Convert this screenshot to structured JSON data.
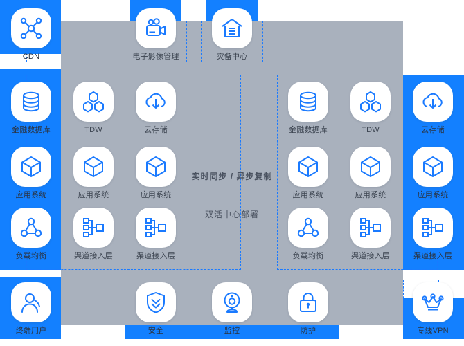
{
  "meta": {
    "title": "双活数据中心架构图",
    "accent_blue": "#1380ff",
    "icon_blue": "#1a7aff",
    "panel_grey": "#a9b1bd",
    "tile_white": "#ffffff",
    "caption_color": "#3c4450"
  },
  "center": {
    "line1": "实时同步 / 异步复制",
    "line2": "双活中心部署"
  },
  "top_row": [
    {
      "label": "CDN",
      "icon": "cdn-network-icon",
      "highlight": true
    },
    {
      "label": "电子影像管理",
      "icon": "video-camera-icon",
      "highlight": true
    },
    {
      "label": "灾备中心",
      "icon": "warehouse-building-icon",
      "highlight": true
    }
  ],
  "left_site": {
    "rows": [
      {
        "row_name": "data-layer",
        "items": [
          {
            "label": "金融数据库",
            "icon": "database-icon",
            "highlight": true
          },
          {
            "label": "TDW",
            "icon": "hexagon-cluster-icon",
            "highlight": false
          },
          {
            "label": "云存储",
            "icon": "cloud-download-icon",
            "highlight": false
          }
        ]
      },
      {
        "row_name": "application-layer",
        "items": [
          {
            "label": "应用系统",
            "icon": "cube-icon",
            "highlight": true
          },
          {
            "label": "应用系统",
            "icon": "cube-icon",
            "highlight": false
          },
          {
            "label": "应用系统",
            "icon": "cube-icon",
            "highlight": false
          }
        ]
      },
      {
        "row_name": "access-layer",
        "items": [
          {
            "label": "负载均衡",
            "icon": "load-balancer-icon",
            "highlight": true
          },
          {
            "label": "渠道接入层",
            "icon": "sitemap-icon",
            "highlight": false
          },
          {
            "label": "渠道接入层",
            "icon": "sitemap-icon",
            "highlight": false
          }
        ]
      }
    ]
  },
  "right_site": {
    "rows": [
      {
        "row_name": "data-layer",
        "items": [
          {
            "label": "金融数据库",
            "icon": "database-icon",
            "highlight": false
          },
          {
            "label": "TDW",
            "icon": "hexagon-cluster-icon",
            "highlight": false
          },
          {
            "label": "云存储",
            "icon": "cloud-download-icon",
            "highlight": true
          }
        ]
      },
      {
        "row_name": "application-layer",
        "items": [
          {
            "label": "应用系统",
            "icon": "cube-icon",
            "highlight": false
          },
          {
            "label": "应用系统",
            "icon": "cube-icon",
            "highlight": false
          },
          {
            "label": "应用系统",
            "icon": "cube-icon",
            "highlight": true
          }
        ]
      },
      {
        "row_name": "access-layer",
        "items": [
          {
            "label": "负载均衡",
            "icon": "load-balancer-icon",
            "highlight": false
          },
          {
            "label": "渠道接入层",
            "icon": "sitemap-icon",
            "highlight": false
          },
          {
            "label": "渠道接入层",
            "icon": "sitemap-icon",
            "highlight": true
          }
        ]
      }
    ]
  },
  "bottom_row": [
    {
      "label": "终端用户",
      "icon": "user-icon",
      "highlight": true
    },
    {
      "label": "安全",
      "icon": "shield-icon",
      "highlight": true
    },
    {
      "label": "监控",
      "icon": "webcam-icon",
      "highlight": true
    },
    {
      "label": "防护",
      "icon": "lock-icon",
      "highlight": true
    },
    {
      "label": "专线VPN",
      "icon": "crown-nodes-icon",
      "highlight": true
    }
  ]
}
